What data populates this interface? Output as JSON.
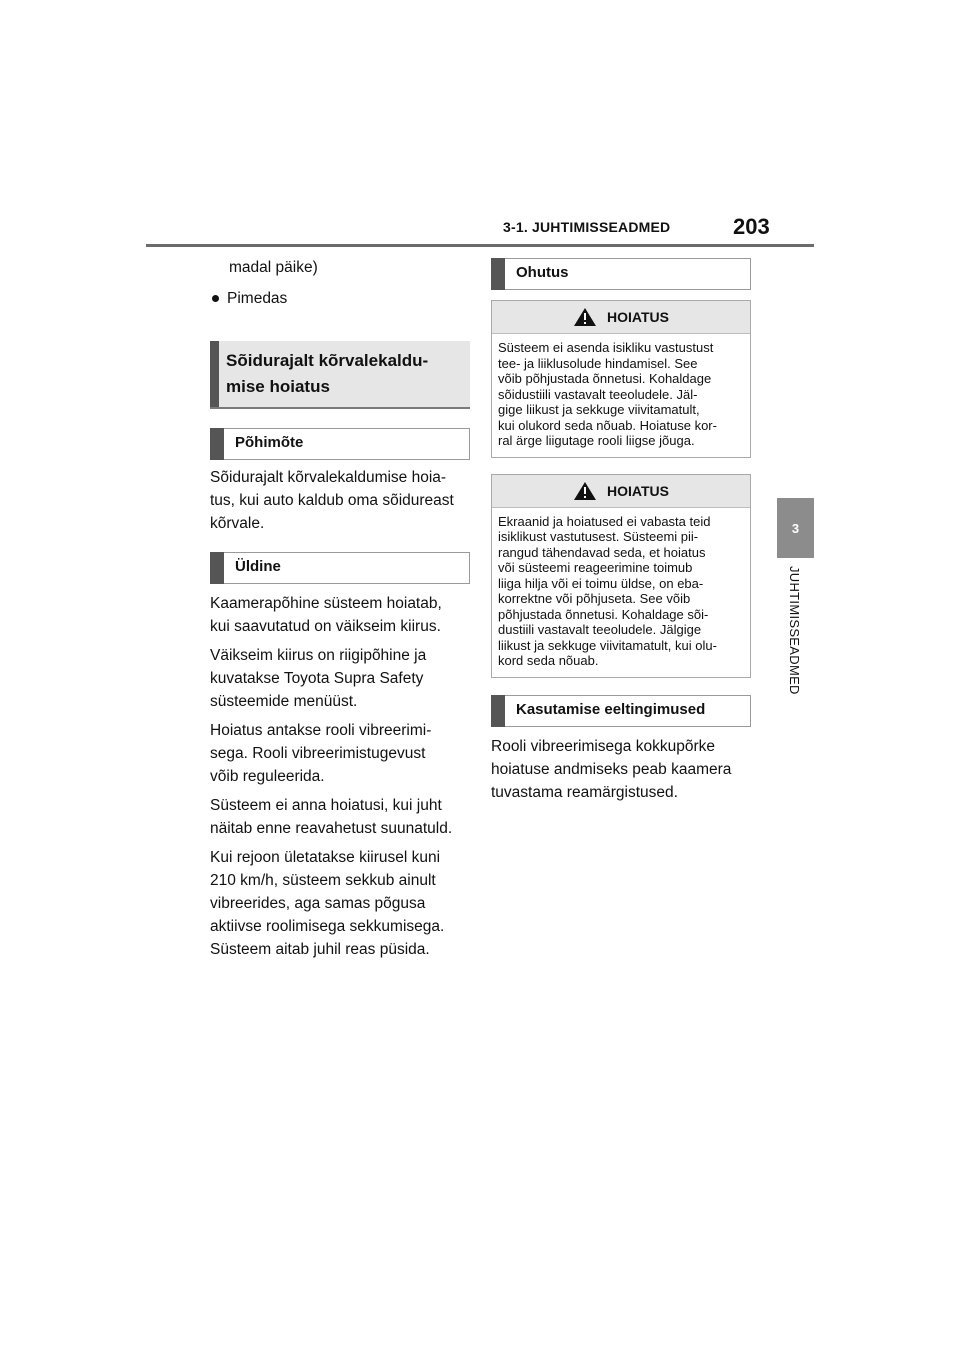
{
  "header": {
    "section": "3-1. JUHTIMISSEADMED",
    "page_number": "203"
  },
  "side": {
    "tab_number": "3",
    "label": "JUHTIMISSEADMED"
  },
  "left": {
    "intro_fragment": "madal päike)",
    "bullet": "Pimedas",
    "heading": [
      "Sõidurajalt kõrvalekaldu-",
      "mise hoiatus"
    ],
    "sub1": "Põhimõte",
    "p1": [
      "Sõidurajalt kõrvalekaldumise hoia-",
      "tus, kui auto kaldub oma sõidureast",
      "kõrvale."
    ],
    "sub2": "Üldine",
    "p2": [
      "Kaamerapõhine süsteem hoiatab,",
      "kui saavutatud on väikseim kiirus."
    ],
    "p3": [
      "Väikseim kiirus on riigipõhine ja",
      "kuvatakse Toyota Supra Safety",
      "süsteemide menüüst."
    ],
    "p4": [
      "Hoiatus antakse rooli vibreerimi-",
      "sega. Rooli vibreerimistugevust",
      "võib reguleerida."
    ],
    "p5": [
      "Süsteem ei anna hoiatusi, kui juht",
      "näitab enne reavahetust suunatuld."
    ],
    "p6": [
      "Kui rejoon ületatakse kiirusel kuni",
      "210 km/h, süsteem sekkub ainult",
      "vibreerides, aga samas põgusa",
      "aktiivse roolimisega sekkumisega.",
      "Süsteem aitab juhil reas püsida."
    ]
  },
  "right": {
    "sub1": "Ohutus",
    "warning1": {
      "label": "HOIATUS",
      "lines": [
        "Süsteem ei asenda isikliku vastustust",
        "tee- ja liiklusolude hindamisel. See",
        "võib põhjustada õnnetusi. Kohaldage",
        "sõidustiili vastavalt teeoludele. Jäl-",
        "gige liikust ja sekkuge viivitamatult,",
        "kui olukord seda nõuab. Hoiatuse kor-",
        "ral ärge liigutage rooli liigse jõuga."
      ]
    },
    "warning2": {
      "label": "HOIATUS",
      "lines": [
        "Ekraanid ja hoiatused ei vabasta teid",
        "isiklikust vastutusest. Süsteemi pii-",
        "rangud tähendavad seda, et hoiatus",
        "või süsteemi reageerimine toimub",
        "liiga hilja või ei toimu üldse, on eba-",
        "korrektne või põhjuseta. See võib",
        "põhjustada õnnetusi. Kohaldage sõi-",
        "dustiili vastavalt teeoludele. Jälgige",
        "liikust ja sekkuge viivitamatult, kui olu-",
        "kord seda nõuab."
      ]
    },
    "sub2": "Kasutamise eeltingimused",
    "p1": [
      "Rooli vibreerimisega kokkupõrke",
      "hoiatuse andmiseks peab kaamera",
      "tuvastama reamärgistused."
    ]
  },
  "colors": {
    "rule": "#6b6b6b",
    "tab": "#8c8c8c",
    "heading_bg": "#e6e6e6",
    "bar": "#555555"
  },
  "icons": {
    "warning": "warning-triangle-icon"
  }
}
